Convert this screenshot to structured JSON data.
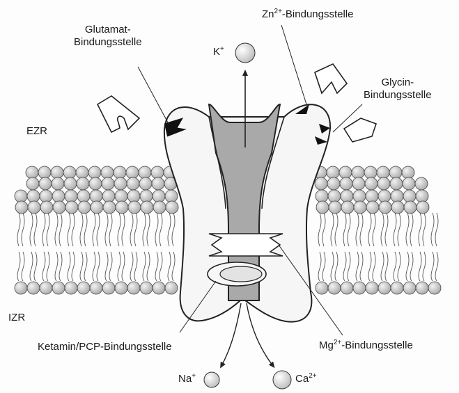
{
  "labels": {
    "glutamate_line1": "Glutamat-",
    "glutamate_line2": "Bindungsstelle",
    "potassium": "K",
    "potassium_charge": "+",
    "zinc": "Zn",
    "zinc_charge": "2+",
    "zinc_site": "-Bindungsstelle",
    "glycine_line1": "Glycin-",
    "glycine_line2": "Bindungsstelle",
    "ezr": "EZR",
    "izr": "IZR",
    "ketamine": "Ketamin/PCP-Bindungsstelle",
    "magnesium": "Mg",
    "magnesium_charge": "2+",
    "magnesium_site": "-Bindungsstelle",
    "sodium": "Na",
    "sodium_charge": "+",
    "calcium": "Ca",
    "calcium_charge": "2+"
  },
  "colors": {
    "ion_fill": "#d9d9d9",
    "channel_pore": "#a8a8a8",
    "receptor_fill": "#f4f4f4",
    "outline": "#222222",
    "lipid_head": "#c8c8c8"
  }
}
